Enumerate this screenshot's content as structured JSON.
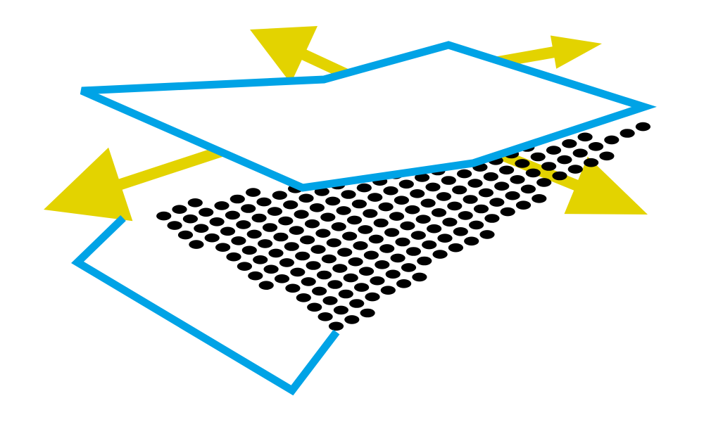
{
  "colors": {
    "background": "#ffffff",
    "frame": "#00a3e6",
    "arrow": "#e3d300",
    "dot": "#000000"
  },
  "elements": {
    "dot_lattice": "ellipse-dot-grid",
    "top_frame": "blue-outline-quadrilateral",
    "bottom_frame": "blue-outline-partial-frame",
    "arrows": [
      "arrow-up-left",
      "arrow-up-right",
      "arrow-left",
      "arrow-right"
    ]
  }
}
